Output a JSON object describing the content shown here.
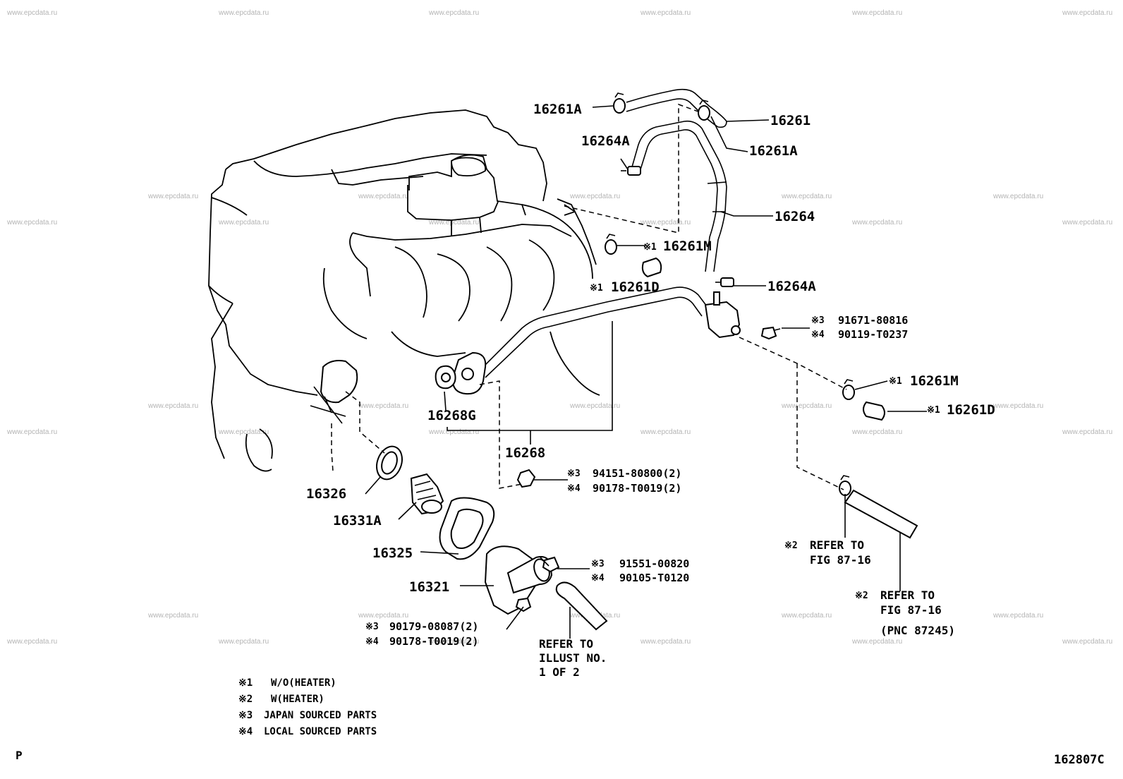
{
  "watermark_text": "www.epcdata.ru",
  "labels": {
    "p16261a_top": "16261A",
    "p16261": "16261",
    "p16264a_top": "16264A",
    "p16261a_mid": "16261A",
    "p16264": "16264",
    "p16261m_top": "16261M",
    "p16261d_top": "16261D",
    "p16264a_bot": "16264A",
    "p16261m_right": "16261M",
    "p16261d_right": "16261D",
    "p16268g": "16268G",
    "p16268": "16268",
    "p16326": "16326",
    "p16331a": "16331A",
    "p16325": "16325",
    "p16321": "16321"
  },
  "marks": {
    "m1": "※1",
    "m2": "※2",
    "m3": "※3",
    "m4": "※4"
  },
  "bolts": {
    "b1_line1": "91671-80816",
    "b1_line2": "90119-T0237",
    "b2_line1": "94151-80800(2)",
    "b2_line2": "90178-T0019(2)",
    "b3_line1": "91551-00820",
    "b3_line2": "90105-T0120",
    "b4_line1": "90179-08087(2)",
    "b4_line2": "90178-T0019(2)"
  },
  "refs": {
    "r1_line1": "REFER TO",
    "r1_line2": "FIG 87-16",
    "r2_line1": "REFER TO",
    "r2_line2": "FIG 87-16",
    "r2_line3": "(PNC 87245)",
    "r3_line1": "REFER TO",
    "r3_line2": "ILLUST NO.",
    "r3_line3": "1 OF 2"
  },
  "legend": [
    {
      "mark": "※1",
      "text": "W/O(HEATER)"
    },
    {
      "mark": "※2",
      "text": "W(HEATER)"
    },
    {
      "mark": "※3",
      "text": "JAPAN SOURCED PARTS"
    },
    {
      "mark": "※4",
      "text": "LOCAL SOURCED PARTS"
    }
  ],
  "corner_mark": "P",
  "illustration_id": "162807C"
}
